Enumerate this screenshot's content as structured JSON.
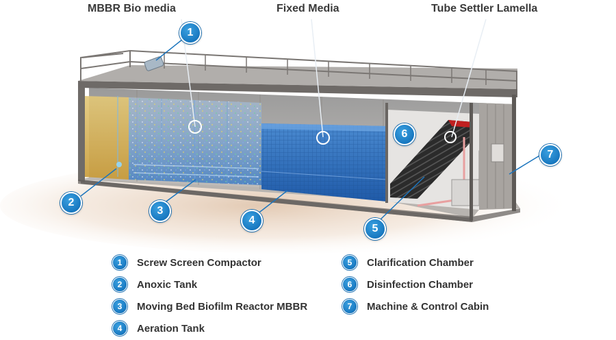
{
  "labels": {
    "mbbr_bio_media": "MBBR Bio media",
    "fixed_media": "Fixed Media",
    "tube_settler": "Tube Settler Lamella"
  },
  "badges": [
    "1",
    "2",
    "3",
    "4",
    "5",
    "6",
    "7"
  ],
  "legend": [
    {
      "num": "1",
      "text": "Screw Screen Compactor"
    },
    {
      "num": "2",
      "text": "Anoxic Tank"
    },
    {
      "num": "3",
      "text": "Moving Bed Biofilm Reactor MBBR"
    },
    {
      "num": "4",
      "text": "Aeration Tank"
    },
    {
      "num": "5",
      "text": "Clarification Chamber"
    },
    {
      "num": "6",
      "text": "Disinfection Chamber"
    },
    {
      "num": "7",
      "text": "Machine & Control Cabin"
    }
  ],
  "colors": {
    "badge_blue": "#1878c0",
    "tank_blue": "#2f6fb8",
    "anoxic_yellow": "#d9b548",
    "steel": "#7f7f7f",
    "text": "#333333"
  }
}
